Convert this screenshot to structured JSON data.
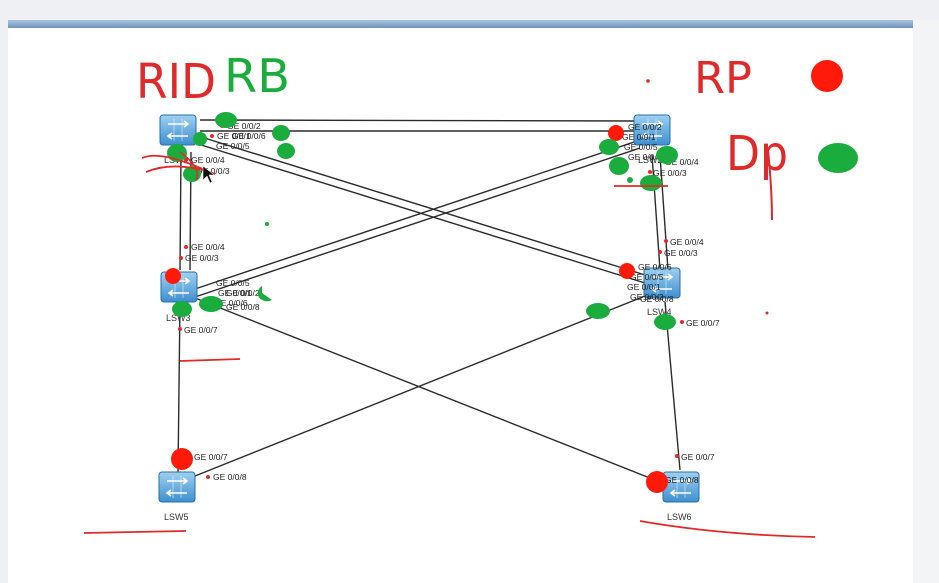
{
  "annotations": {
    "top_left_red": "RID",
    "top_left_green": "RB",
    "legend_rp": "RP",
    "legend_dp": "Dp"
  },
  "colors": {
    "rp": "#ff1a0a",
    "dp": "#1aad3e",
    "pen_red": "#e02a2a",
    "link": "#2b2b2b"
  },
  "devices": [
    {
      "id": "lsw1",
      "label": "LSW1",
      "icon": "switch-icon"
    },
    {
      "id": "lsw2",
      "label": "LSW2",
      "icon": "switch-icon"
    },
    {
      "id": "lsw3",
      "label": "LSW3",
      "icon": "switch-icon"
    },
    {
      "id": "lsw4",
      "label": "LSW4",
      "icon": "switch-icon"
    },
    {
      "id": "lsw5",
      "label": "LSW5",
      "icon": "switch-icon"
    },
    {
      "id": "lsw6",
      "label": "LSW6",
      "icon": "switch-icon"
    }
  ],
  "ports": {
    "lsw1": [
      "GE 0/0/2",
      "GE 0/0/1",
      "GE 0/0/6",
      "GE 0/0/5",
      "GE 0/0/4",
      "GE 0/0/3"
    ],
    "lsw2": [
      "GE 0/0/2",
      "GE 0/0/1",
      "GE 0/0/5",
      "GE 0/0/6",
      "GE 0/0/4",
      "GE 0/0/3"
    ],
    "lsw3": [
      "GE 0/0/4",
      "GE 0/0/3",
      "GE 0/0/5",
      "GE 0/0/1",
      "GE 0/0/2",
      "GE 0/0/6",
      "GE 0/0/8",
      "GE 0/0/7"
    ],
    "lsw4": [
      "GE 0/0/4",
      "GE 0/0/3",
      "GE 0/0/6",
      "GE 0/0/5",
      "GE 0/0/1",
      "GE 0/0/2",
      "GE 0/0/8",
      "GE 0/0/7"
    ],
    "lsw5": [
      "GE 0/0/7",
      "GE 0/0/8"
    ],
    "lsw6": [
      "GE 0/0/7",
      "GE 0/0/8"
    ]
  }
}
